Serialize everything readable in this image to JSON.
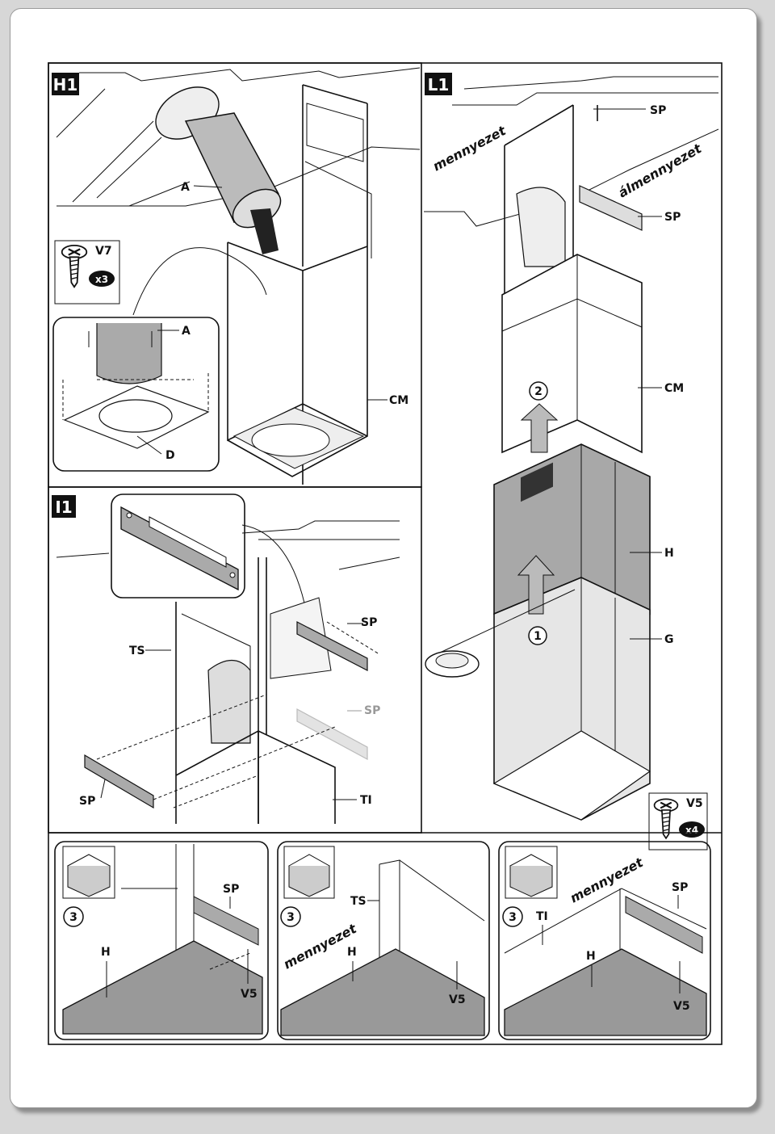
{
  "panels": {
    "h1": {
      "tag": "H1",
      "labels": {
        "a_top": "A",
        "a_detail": "A",
        "cm": "CM",
        "d": "D"
      },
      "screw": {
        "name": "V7",
        "qty": "x3",
        "icon": "screw-icon"
      }
    },
    "l1": {
      "tag": "L1",
      "ceiling": "mennyezet",
      "false_ceiling": "álmennyezet",
      "labels": {
        "sp_top": "SP",
        "sp_mid": "SP",
        "cm": "CM",
        "h": "H",
        "g": "G"
      },
      "steps": {
        "one": "1",
        "two": "2"
      },
      "screw": {
        "name": "V5",
        "qty": "x4",
        "icon": "screw-icon"
      }
    },
    "i1": {
      "tag": "I1",
      "labels": {
        "ts": "TS",
        "sp_front": "SP",
        "sp_back": "SP",
        "sp_bottom": "SP",
        "ti": "TI"
      }
    },
    "bottom": [
      {
        "step": "3",
        "labels": {
          "sp": "SP",
          "h": "H",
          "v5": "V5"
        }
      },
      {
        "step": "3",
        "ceiling": "mennyezet",
        "labels": {
          "ts": "TS",
          "h": "H",
          "v5": "V5"
        }
      },
      {
        "step": "3",
        "ceiling": "mennyezet",
        "labels": {
          "sp": "SP",
          "ti": "TI",
          "h": "H",
          "v5": "V5"
        }
      }
    ]
  }
}
